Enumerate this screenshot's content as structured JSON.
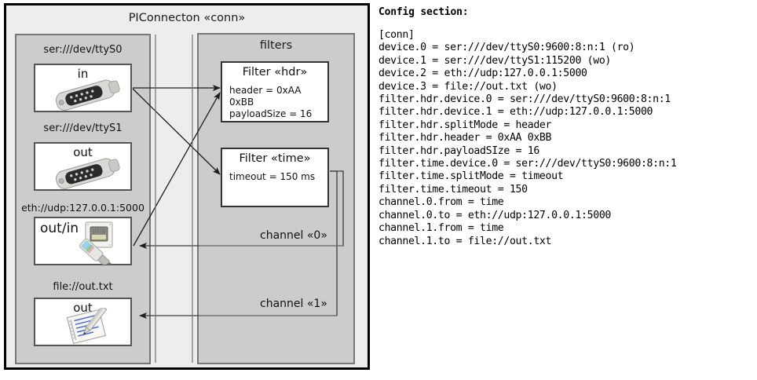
{
  "diagram": {
    "component": {
      "title": "PIConnecton «conn»",
      "panels": {
        "devices_title": "",
        "filters_title": "filters"
      }
    },
    "devices": [
      {
        "uri": "ser:///dev/ttyS0",
        "direction": "in",
        "icon": "serial-port-icon"
      },
      {
        "uri": "ser:///dev/ttyS1",
        "direction": "out",
        "icon": "serial-port-icon"
      },
      {
        "uri": "eth://udp:127.0.0.1:5000",
        "direction": "out/in",
        "icon": "ethernet-jack-icon"
      },
      {
        "uri": "file://out.txt",
        "direction": "out",
        "icon": "text-file-icon"
      }
    ],
    "filters": [
      {
        "title": "Filter «hdr»",
        "props": [
          "header = 0xAA 0xBB",
          "payloadSize = 16"
        ]
      },
      {
        "title": "Filter «time»",
        "props": [
          "timeout = 150 ms"
        ]
      }
    ],
    "channels": [
      {
        "label": "channel «0»"
      },
      {
        "label": "channel «1»"
      }
    ]
  },
  "config": {
    "heading": "Config section:",
    "text": "[conn]\ndevice.0 = ser:///dev/ttyS0:9600:8:n:1 (ro)\ndevice.1 = ser:///dev/ttyS1:115200 (wo)\ndevice.2 = eth://udp:127.0.0.1:5000\ndevice.3 = file://out.txt (wo)\nfilter.hdr.device.0 = ser:///dev/ttyS0:9600:8:n:1\nfilter.hdr.device.1 = eth://udp:127.0.0.1:5000\nfilter.hdr.splitMode = header\nfilter.hdr.header = 0xAA 0xBB\nfilter.hdr.payloadSIze = 16\nfilter.time.device.0 = ser:///dev/ttyS0:9600:8:n:1\nfilter.time.splitMode = timeout\nfilter.time.timeout = 150\nchannel.0.from = time\nchannel.0.to = eth://udp:127.0.0.1:5000\nchannel.1.from = time\nchannel.1.to = file://out.txt"
  },
  "colors": {
    "outer_fill": "#ededed",
    "panel_fill": "#cccccc",
    "card_fill": "#ffffff",
    "stroke": "#333333"
  }
}
